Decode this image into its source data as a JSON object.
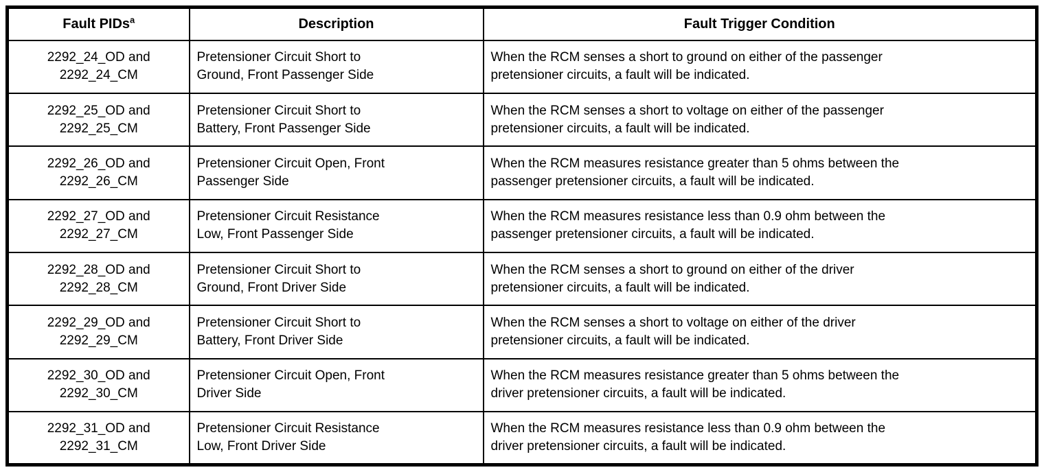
{
  "table": {
    "headers": {
      "fault_pids": "Fault PIDs",
      "fault_pids_sup": "a",
      "description": "Description",
      "condition": "Fault Trigger Condition"
    },
    "rows": [
      {
        "pid": [
          "2292_24_OD and",
          "2292_24_CM"
        ],
        "description": [
          "Pretensioner Circuit Short to",
          "Ground, Front Passenger Side"
        ],
        "condition": [
          "When the RCM senses a short to ground on either of the passenger",
          "pretensioner circuits, a fault will be indicated."
        ]
      },
      {
        "pid": [
          "2292_25_OD and",
          "2292_25_CM"
        ],
        "description": [
          "Pretensioner Circuit Short to",
          "Battery, Front Passenger Side"
        ],
        "condition": [
          "When the RCM senses a short to voltage on either of the passenger",
          "pretensioner circuits, a fault will be indicated."
        ]
      },
      {
        "pid": [
          "2292_26_OD and",
          "2292_26_CM"
        ],
        "description": [
          "Pretensioner Circuit Open, Front",
          "Passenger Side"
        ],
        "condition": [
          "When the RCM measures resistance greater than 5 ohms between the",
          "passenger pretensioner circuits, a fault will be indicated."
        ]
      },
      {
        "pid": [
          "2292_27_OD and",
          "2292_27_CM"
        ],
        "description": [
          "Pretensioner Circuit Resistance",
          "Low, Front Passenger Side"
        ],
        "condition": [
          "When the RCM measures resistance less than 0.9 ohm between the",
          "passenger pretensioner circuits, a fault will be indicated."
        ]
      },
      {
        "pid": [
          "2292_28_OD and",
          "2292_28_CM"
        ],
        "description": [
          "Pretensioner Circuit Short to",
          "Ground, Front Driver Side"
        ],
        "condition": [
          "When the RCM senses a short to ground on either of the driver",
          "pretensioner circuits, a fault will be indicated."
        ]
      },
      {
        "pid": [
          "2292_29_OD and",
          "2292_29_CM"
        ],
        "description": [
          "Pretensioner Circuit Short to",
          "Battery, Front Driver Side"
        ],
        "condition": [
          "When the RCM senses a short to voltage on either of the driver",
          "pretensioner circuits, a fault will be indicated."
        ]
      },
      {
        "pid": [
          "2292_30_OD and",
          "2292_30_CM"
        ],
        "description": [
          "Pretensioner Circuit Open, Front",
          "Driver Side"
        ],
        "condition": [
          "When the RCM measures resistance greater than 5 ohms between the",
          "driver pretensioner circuits, a fault will be indicated."
        ]
      },
      {
        "pid": [
          "2292_31_OD and",
          "2292_31_CM"
        ],
        "description": [
          "Pretensioner Circuit Resistance",
          "Low, Front Driver Side"
        ],
        "condition": [
          "When the RCM measures resistance less than 0.9 ohm between the",
          "driver pretensioner circuits, a fault will be indicated."
        ]
      }
    ]
  }
}
